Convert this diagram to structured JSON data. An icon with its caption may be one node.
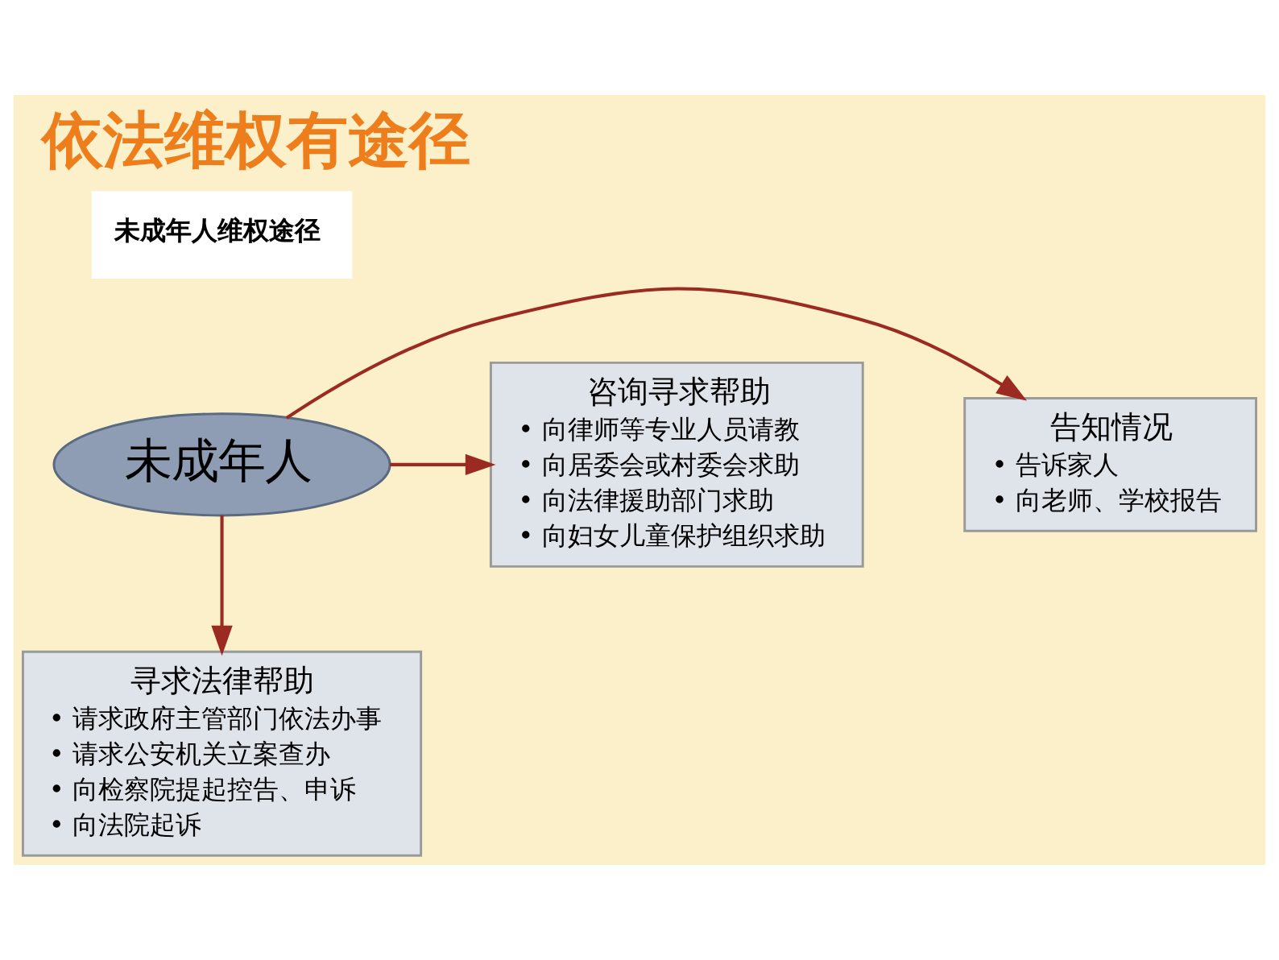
{
  "diagram": {
    "title": "依法维权有途径",
    "nodes": [
      {
        "text": [
          "未成年人维权途径"
        ]
      },
      {
        "text": [
          "告知情况",
          "• 告诉家人",
          "• 向老师、学校报告"
        ]
      },
      {
        "text": [
          "未成年人"
        ]
      },
      {
        "text": [
          "咨询寻求帮助",
          "• 向律师等专业人员请教",
          "• 向居委会或村委会求助",
          "• 向法律援助部门求助",
          "• 向妇女儿童保护组织求助"
        ]
      },
      {
        "text": [
          "寻求法律帮助",
          "• 请求政府主管部门依法办事",
          "• 请求公安机关立案查办",
          "• 向检察院提起控告、申诉",
          "• 向法院起诉"
        ]
      }
    ],
    "edges": [
      {
        "from": 2,
        "to": 1,
        "arrow": "to"
      },
      {
        "from": 2,
        "to": 3,
        "arrow": "to"
      },
      {
        "from": 2,
        "to": 4,
        "arrow": "to"
      }
    ]
  }
}
